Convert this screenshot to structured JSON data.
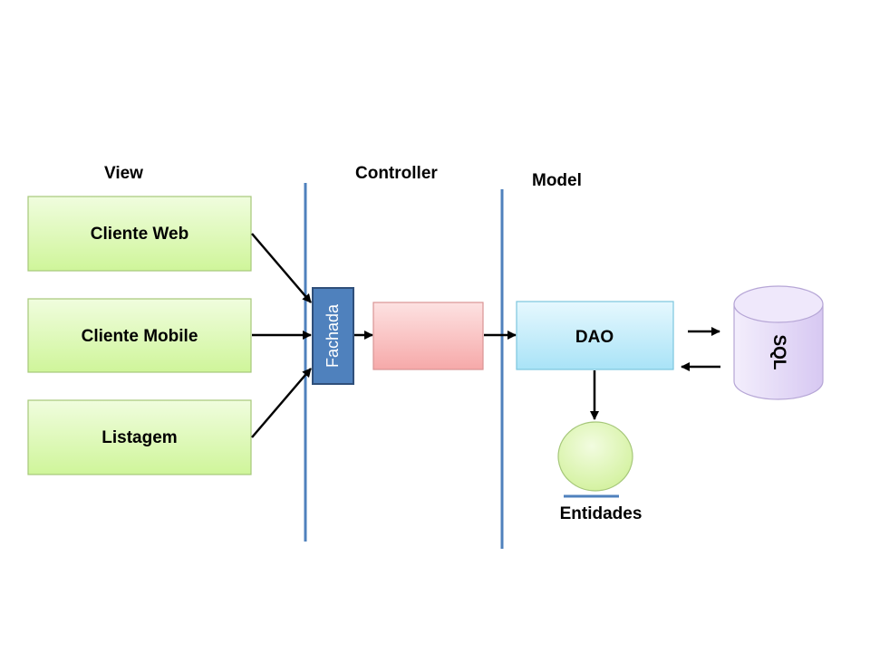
{
  "sections": {
    "view": "View",
    "controller": "Controller",
    "model": "Model"
  },
  "view_boxes": [
    "Cliente Web",
    "Cliente Mobile",
    "Listagem"
  ],
  "controller": {
    "facade": "Fachada"
  },
  "model": {
    "dao": "DAO",
    "database": "SQL",
    "entities": "Entidades"
  },
  "colors": {
    "divider": "#4F81BD",
    "view_fill": "#D7F7A8",
    "view_border": "#9BBB59",
    "facade_fill": "#4F81BD",
    "facade_border": "#385D8A",
    "controller_box": "#F9C0C0",
    "dao_fill": "#BDEBFA",
    "db_fill": "#E2D6F7",
    "entity_fill": "#DDF5AE"
  }
}
